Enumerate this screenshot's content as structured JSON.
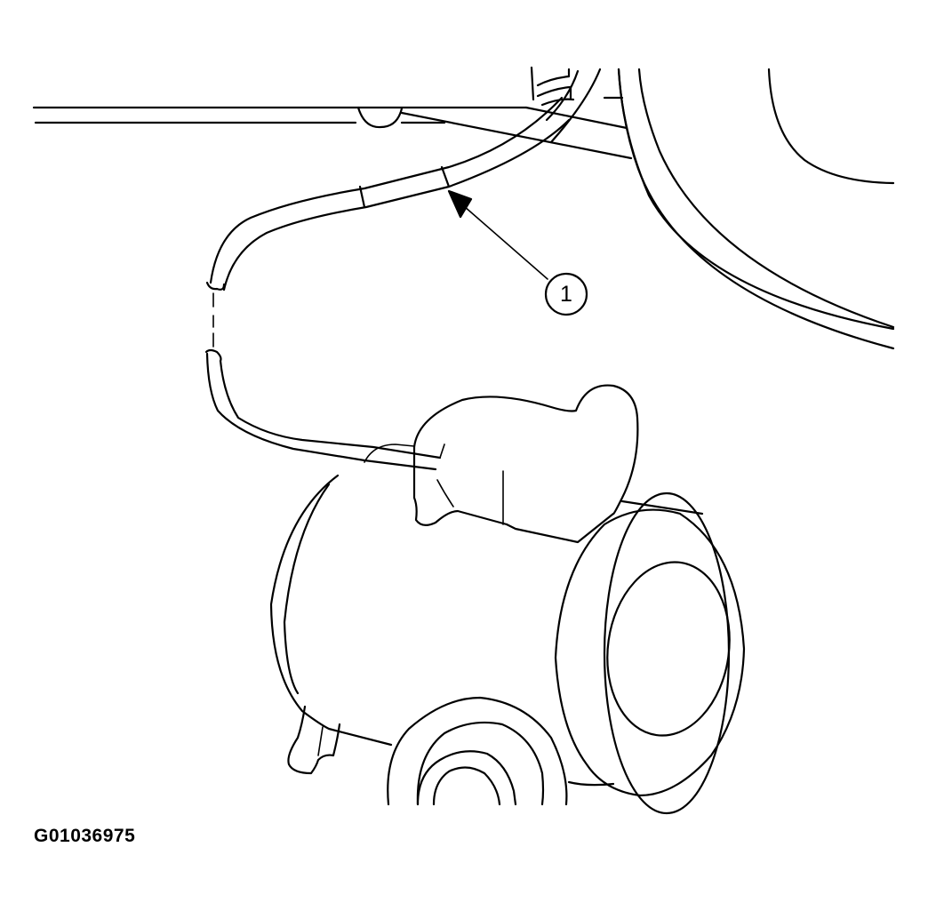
{
  "figure": {
    "id_label": "G01036975",
    "type": "service-manual line illustration",
    "callouts": [
      {
        "number": "1",
        "points_to": "hose/cable sleeve section"
      }
    ]
  },
  "colors": {
    "line": "#000000",
    "background": "#ffffff"
  }
}
